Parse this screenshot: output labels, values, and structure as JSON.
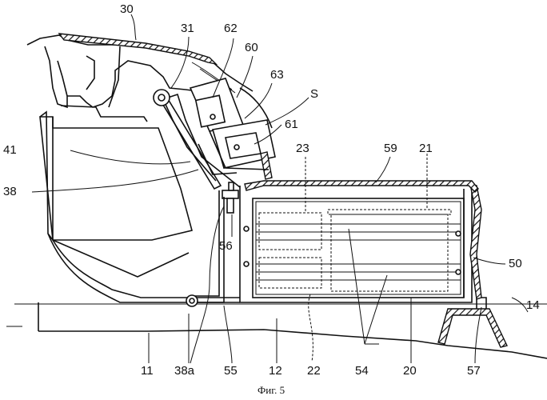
{
  "caption": "Фиг. 5",
  "labels": {
    "l30": "30",
    "l31": "31",
    "l62": "62",
    "l60": "60",
    "l63": "63",
    "lS": "S",
    "l61": "61",
    "l23": "23",
    "l21": "21",
    "l59": "59",
    "l41": "41",
    "l38": "38",
    "l56": "56",
    "l50": "50",
    "l14": "14",
    "l11": "11",
    "l38a": "38a",
    "l55": "55",
    "l12": "12",
    "l22": "22",
    "l54": "54",
    "l20": "20",
    "l57": "57"
  }
}
